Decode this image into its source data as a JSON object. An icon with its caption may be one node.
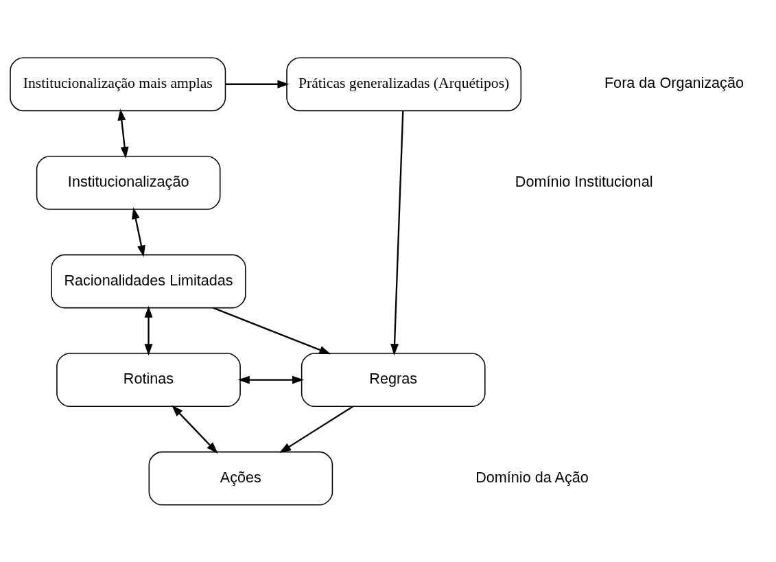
{
  "diagram": {
    "nodes": [
      {
        "text": [
          "Institucionalização mais amplas"
        ]
      },
      {
        "text": [
          "Práticas generalizadas (Arquétipos)"
        ]
      },
      {
        "text": [
          "Institucionalização"
        ]
      },
      {
        "text": [
          "Racionalidades Limitadas"
        ]
      },
      {
        "text": [
          "Rotinas"
        ]
      },
      {
        "text": [
          "Regras"
        ]
      },
      {
        "text": [
          "Ações"
        ]
      }
    ],
    "edges": [
      {
        "from": 0,
        "to": 1,
        "arrow": "to"
      },
      {
        "from": 0,
        "to": 2,
        "arrow": "both"
      },
      {
        "from": 2,
        "to": 3,
        "arrow": "both"
      },
      {
        "from": 3,
        "to": 4,
        "arrow": "both"
      },
      {
        "from": 3,
        "to": 5,
        "arrow": "to"
      },
      {
        "from": 1,
        "to": 5,
        "arrow": "to"
      },
      {
        "from": 4,
        "to": 5,
        "arrow": "both"
      },
      {
        "from": 5,
        "to": 6,
        "arrow": "to"
      },
      {
        "from": 4,
        "to": 6,
        "arrow": "both"
      }
    ],
    "labels": [
      "Fora da Organização",
      "Domínio Institucional",
      "Domínio da Ação"
    ]
  }
}
